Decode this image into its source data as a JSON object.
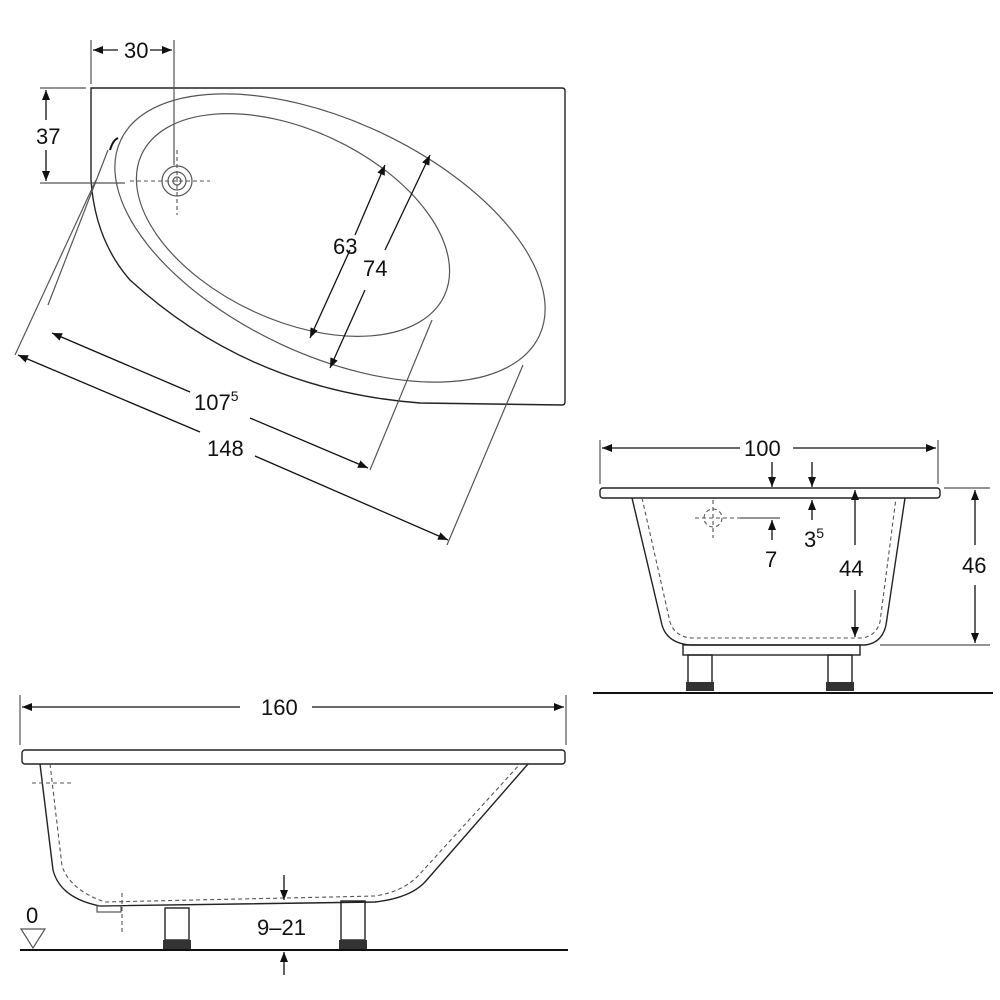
{
  "top_view": {
    "dim_drain_x": "30",
    "dim_drain_y": "37",
    "dim_inner_width": "63",
    "dim_outer_width": "74",
    "dim_inner_length_main": "107",
    "dim_inner_length_sup": "5",
    "dim_outer_length": "148"
  },
  "end_view": {
    "dim_width": "100",
    "dim_rim_main": "3",
    "dim_rim_sup": "5",
    "dim_overflow": "7",
    "dim_inner_depth": "44",
    "dim_total_height": "46"
  },
  "side_view": {
    "dim_length": "160",
    "floor_level": "0",
    "dim_feet_adjust": "9–21"
  },
  "colors": {
    "ink": "#111111",
    "background": "#ffffff"
  }
}
